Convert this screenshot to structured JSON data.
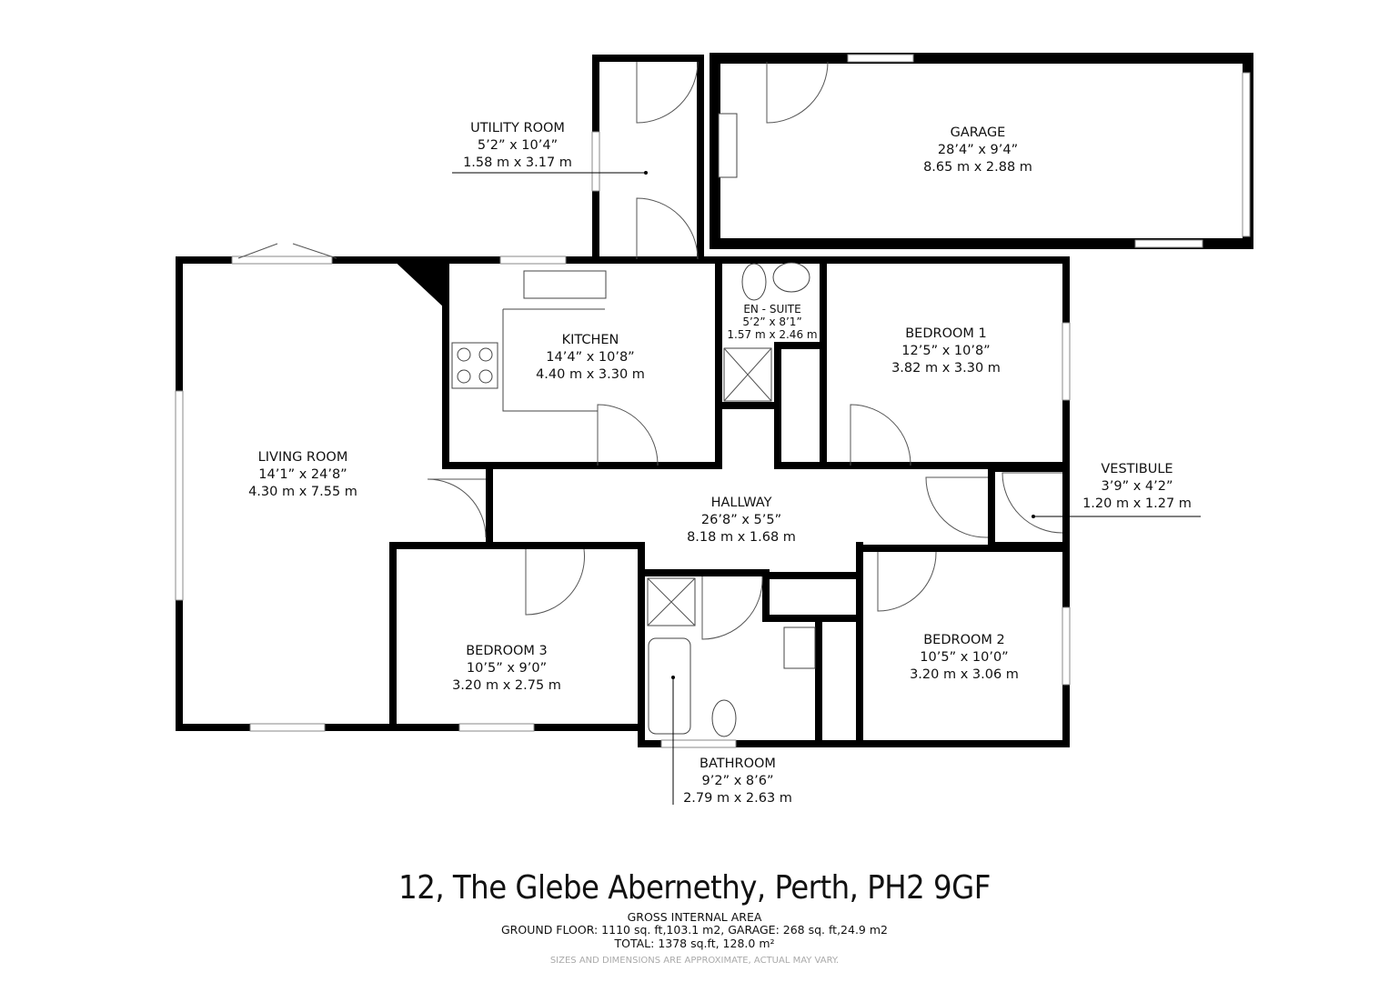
{
  "title": "12, The Glebe Abernethy, Perth, PH2 9GF",
  "gross_internal_area": {
    "heading": "GROSS INTERNAL AREA",
    "line1": "GROUND FLOOR: 1110 sq. ft,103.1 m2, GARAGE: 268 sq. ft,24.9 m2",
    "line2": "TOTAL: 1378 sq.ft, 128.0 m²"
  },
  "disclaimer": "SIZES AND DIMENSIONS ARE APPROXIMATE, ACTUAL MAY VARY.",
  "rooms": [
    {
      "name": "UTILITY ROOM",
      "imperial": "5’2” x 10’4”",
      "metric": "1.58 m x 3.17 m"
    },
    {
      "name": "GARAGE",
      "imperial": "28’4” x 9’4”",
      "metric": "8.65 m x 2.88 m"
    },
    {
      "name": "KITCHEN",
      "imperial": "14’4” x 10’8”",
      "metric": "4.40 m x 3.30 m"
    },
    {
      "name": "EN - SUITE",
      "imperial": "5’2” x 8’1”",
      "metric": "1.57 m x 2.46 m"
    },
    {
      "name": "BEDROOM 1",
      "imperial": "12’5” x 10’8”",
      "metric": "3.82 m x 3.30 m"
    },
    {
      "name": "LIVING ROOM",
      "imperial": "14’1” x 24’8”",
      "metric": "4.30 m x 7.55 m"
    },
    {
      "name": "HALLWAY",
      "imperial": "26’8” x 5’5”",
      "metric": "8.18 m x 1.68 m"
    },
    {
      "name": "VESTIBULE",
      "imperial": "3’9” x 4’2”",
      "metric": "1.20 m x 1.27 m"
    },
    {
      "name": "BEDROOM 3",
      "imperial": "10’5” x 9’0”",
      "metric": "3.20 m x 2.75 m"
    },
    {
      "name": "BEDROOM 2",
      "imperial": "10’5” x 10’0”",
      "metric": "3.20 m x 3.06 m"
    },
    {
      "name": "BATHROOM",
      "imperial": "9’2” x 8’6”",
      "metric": "2.79 m x 2.63 m"
    }
  ]
}
